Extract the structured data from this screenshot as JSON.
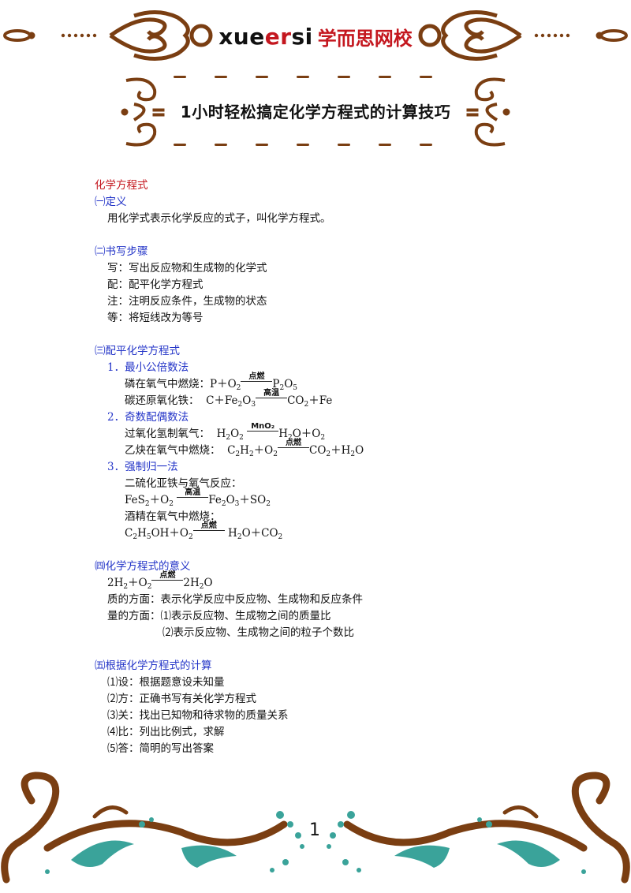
{
  "header": {
    "brand_latin_a": "xue",
    "brand_latin_b": "er",
    "brand_latin_c": "si",
    "brand_cn": "学而思网校",
    "title": "1小时轻松搞定化学方程式的计算技巧"
  },
  "colors": {
    "accent_red": "#c4171f",
    "heading_blue": "#2435c8",
    "ornament_brown": "#7a3e12",
    "ornament_teal": "#3aa39a"
  },
  "doc": {
    "main_heading": "化学方程式",
    "s1": {
      "heading": "㈠定义",
      "text": "用化学式表示化学反应的式子，叫化学方程式。"
    },
    "s2": {
      "heading": "㈡书写步骤",
      "steps": [
        "写：写出反应物和生成物的化学式",
        "配：配平化学方程式",
        "注：注明反应条件，生成物的状态",
        "等：将短线改为等号"
      ]
    },
    "s3": {
      "heading": "㈢配平化学方程式",
      "m1": {
        "title": "1．最小公倍数法",
        "e1_label": "磷在氧气中燃烧：",
        "e1_cond": "点燃",
        "e2_label": "碳还原氧化铁：",
        "e2_cond": "高温"
      },
      "m2": {
        "title": "2．奇数配偶数法",
        "e1_label": "过氧化氢制氧气：",
        "e1_cond": "MnO₂",
        "e2_label": "乙炔在氧气中燃烧：",
        "e2_cond": "点燃"
      },
      "m3": {
        "title": "3．强制归一法",
        "e1_label": "二硫化亚铁与氧气反应：",
        "e1_cond": "高温",
        "e2_label": "酒精在氧气中燃烧：",
        "e2_cond": "点燃"
      }
    },
    "s4": {
      "heading": "㈣化学方程式的意义",
      "eq_cond": "点燃",
      "quality": "质的方面：表示化学反应中反应物、生成物和反应条件",
      "quantity1": "量的方面：⑴表示反应物、生成物之间的质量比",
      "quantity2": "⑵表示反应物、生成物之间的粒子个数比"
    },
    "s5": {
      "heading": "㈤根据化学方程式的计算",
      "steps": [
        "⑴设：根据题意设未知量",
        "⑵方：正确书写有关化学方程式",
        "⑶关：找出已知物和待求物的质量关系",
        "⑷比：列出比例式，求解",
        "⑸答：简明的写出答案"
      ]
    }
  },
  "footer": {
    "page_number": "1"
  }
}
